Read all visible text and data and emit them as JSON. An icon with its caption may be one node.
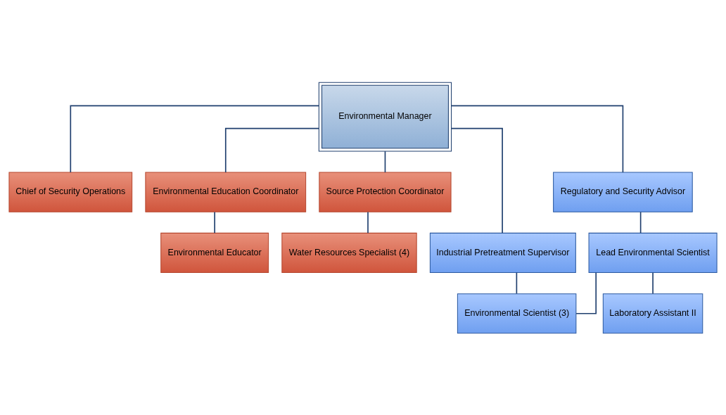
{
  "diagram": {
    "nodes": [
      {
        "text": [
          "Environmental Manager"
        ]
      },
      {
        "text": [
          "Chief of Security Operations"
        ]
      },
      {
        "text": [
          "Environmental Education Coordinator"
        ]
      },
      {
        "text": [
          "Source Protection Coordinator"
        ]
      },
      {
        "text": [
          "Industrial Pretreatment Supervisor"
        ]
      },
      {
        "text": [
          "Regulatory and Security Advisor"
        ]
      },
      {
        "text": [
          "Environmental Educator"
        ]
      },
      {
        "text": [
          "Water Resources Specialist (4)"
        ]
      },
      {
        "text": [
          "Lead Environmental Scientist"
        ]
      },
      {
        "text": [
          "Environmental Scientist (3)"
        ]
      },
      {
        "text": [
          "Laboratory Assistant II"
        ]
      }
    ],
    "edges": [
      {
        "from": 0,
        "to": 1,
        "arrow": "none"
      },
      {
        "from": 0,
        "to": 2,
        "arrow": "none"
      },
      {
        "from": 0,
        "to": 3,
        "arrow": "none"
      },
      {
        "from": 0,
        "to": 4,
        "arrow": "none"
      },
      {
        "from": 0,
        "to": 5,
        "arrow": "none"
      },
      {
        "from": 2,
        "to": 6,
        "arrow": "none"
      },
      {
        "from": 3,
        "to": 7,
        "arrow": "none"
      },
      {
        "from": 5,
        "to": 8,
        "arrow": "none"
      },
      {
        "from": 8,
        "to": 9,
        "arrow": "none"
      },
      {
        "from": 4,
        "to": 9,
        "arrow": "none"
      },
      {
        "from": 8,
        "to": 10,
        "arrow": "none"
      }
    ]
  }
}
